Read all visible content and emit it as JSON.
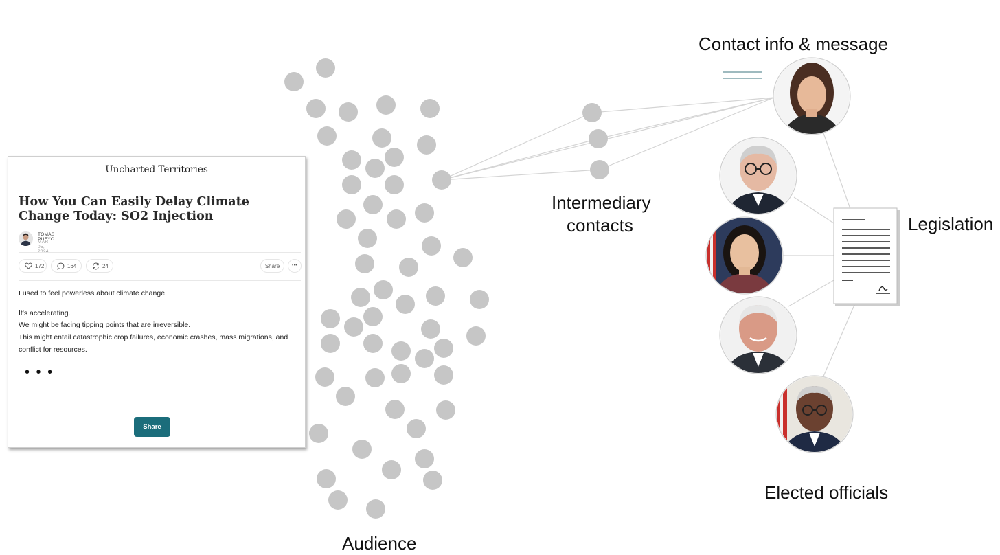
{
  "labels": {
    "contact_info": "Contact info & message",
    "intermediary": "Intermediary",
    "intermediary_2": "contacts",
    "legislation": "Legislation",
    "elected_officials": "Elected officials",
    "audience": "Audience"
  },
  "article": {
    "publication": "Uncharted Territories",
    "title": "How You Can Easily Delay Climate Change Today: SO2 Injection",
    "author": "TOMAS PUEYO",
    "date": "MAR 05, 2024",
    "likes": "172",
    "comments": "164",
    "restacks": "24",
    "share_small": "Share",
    "more": "•••",
    "paragraphs": [
      "I used to feel powerless about climate change.",
      "It's accelerating.",
      "We might be facing tipping points that are irreversible.",
      "This might entail catastrophic crop failures, economic crashes, mass migrations, and conflict for resources."
    ],
    "ellipsis": "• • •",
    "share_button": "Share"
  },
  "colors": {
    "node": "#c6c6c6",
    "edge": "#d4d4d4",
    "accent": "#1b6d7b",
    "message_lines": "#7fa3aa"
  },
  "icons": [
    "heart-icon",
    "comment-icon",
    "restack-icon",
    "document-icon",
    "signature-icon"
  ]
}
